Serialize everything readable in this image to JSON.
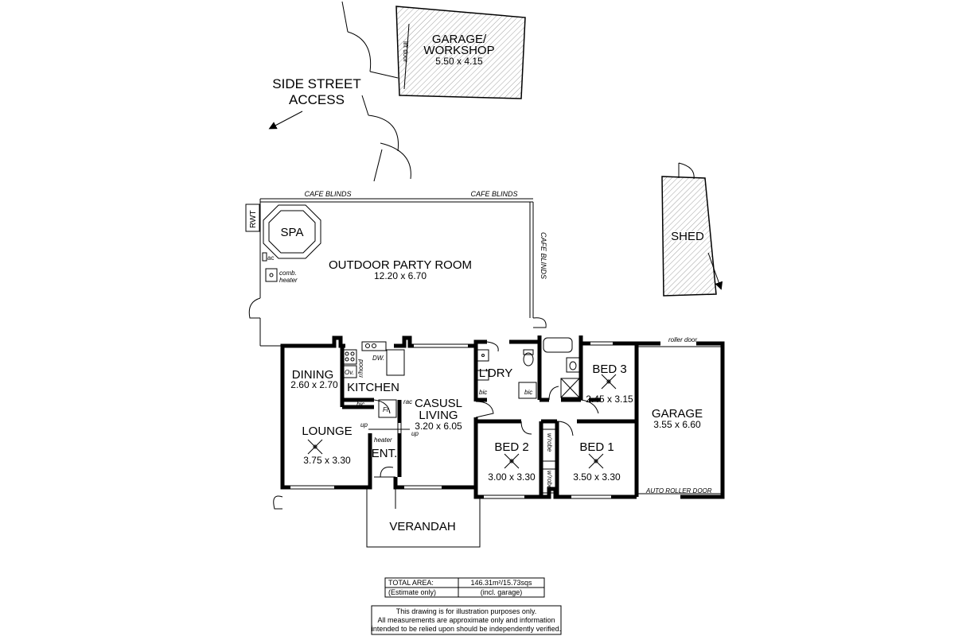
{
  "labels": {
    "side_street_access": [
      "SIDE STREET",
      "ACCESS"
    ],
    "garage_workshop": {
      "name": [
        "GARAGE/",
        "WORKSHOP"
      ],
      "dims": "5.50 x 4.15",
      "lift_door": "lift door"
    },
    "shed": "SHED",
    "cafe_blinds": "CAFE BLINDS",
    "rwt": "RWT",
    "spa": "SPA",
    "ac": "ac",
    "comb_heater": [
      "comb.",
      "heater"
    ],
    "outdoor_party_room": {
      "name": "OUTDOOR PARTY ROOM",
      "dims": "12.20 x 6.70"
    },
    "dining": {
      "name": "DINING",
      "dims": "2.60 x 2.70"
    },
    "kitchen": "KITCHEN",
    "dw": "DW.",
    "rhood": "r/hood",
    "ov": "Ov.",
    "bic": "bic",
    "fr": "Fr.",
    "rac": "rac",
    "lounge": {
      "name": "LOUNGE",
      "dims": "3.75 x 3.30"
    },
    "up": "up",
    "heater": "heater",
    "ent": "ENT.",
    "casual_living": {
      "name": [
        "CASUSL",
        "LIVING"
      ],
      "dims": "3.20 x 6.05"
    },
    "laundry": "L'DRY",
    "bed3": {
      "name": "BED 3",
      "dims": "2.45 x 3.15"
    },
    "bed2": {
      "name": "BED 2",
      "dims": "3.00 x 3.30"
    },
    "bed1": {
      "name": "BED 1",
      "dims": "3.50 x 3.30"
    },
    "wrobe": "w'robe",
    "garage": {
      "name": "GARAGE",
      "dims": "3.55 x 6.60"
    },
    "roller_door": "roller door",
    "auto_roller_door": "AUTO ROLLER DOOR",
    "verandah": "VERANDAH"
  },
  "area_table": {
    "total_label": "TOTAL AREA:",
    "total_value": "146.31m²/15.73sqs",
    "estimate_label": "(Estimate only)",
    "estimate_value": "(incl. garage)"
  },
  "disclaimer": [
    "This drawing is for illustration purposes only.",
    "All measurements are approximate only and information",
    "intended to be relied upon should be independently verified."
  ],
  "colors": {
    "line": "#000000",
    "hatch": "#888888",
    "background": "#ffffff"
  }
}
